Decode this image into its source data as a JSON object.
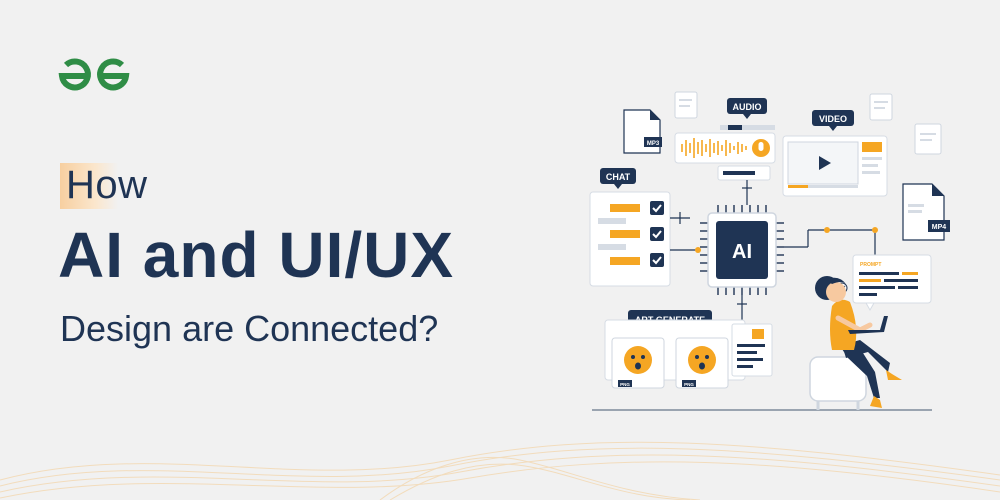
{
  "brand": {
    "logo_icon": "geeksforgeeks-logo-icon"
  },
  "heading": {
    "line1": "How",
    "line2": "AI and UI/UX",
    "line3": "Design are Connected?"
  },
  "illustration": {
    "audio_label": "AUDIO",
    "video_label": "VIDEO",
    "chat_label": "CHAT",
    "ai_label": "AI",
    "art_label": "ART GENERATE",
    "mp3_label": "MP3",
    "mp4_label": "MP4",
    "prompt_label": "PROMPT",
    "png_label_1": "PNG",
    "png_label_2": "PNG"
  },
  "colors": {
    "navy": "#1f3454",
    "accent_orange": "#f5a623",
    "brand_green": "#2f8d46",
    "background": "#f1f1f1"
  }
}
